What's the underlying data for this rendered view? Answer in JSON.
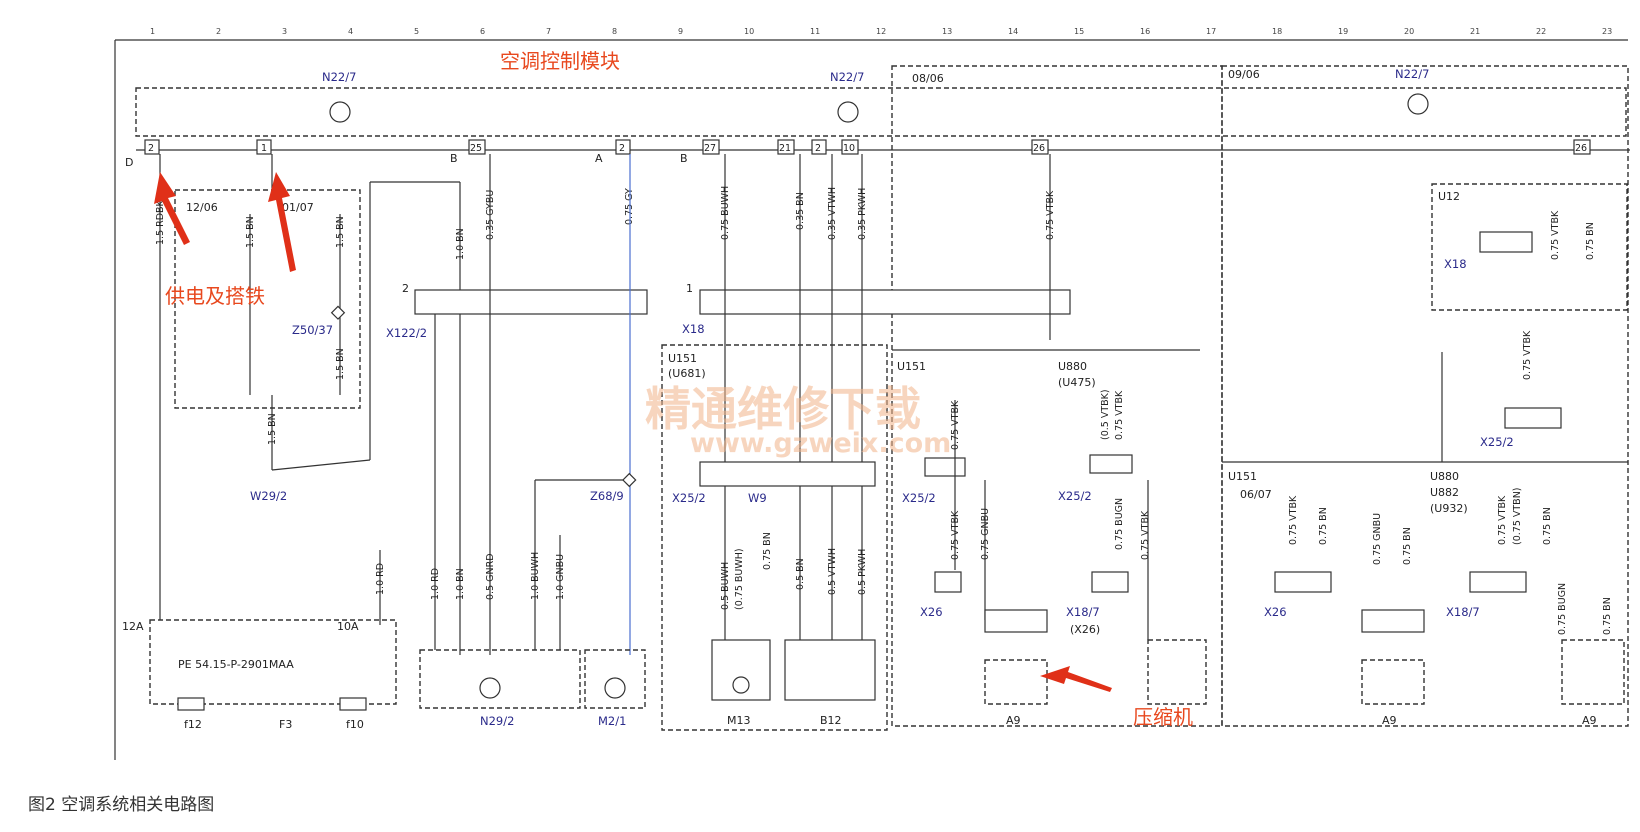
{
  "caption": "图2   空调系统相关电路图",
  "grid_numbers": [
    "1",
    "2",
    "3",
    "4",
    "5",
    "6",
    "7",
    "8",
    "9",
    "10",
    "11",
    "12",
    "13",
    "14",
    "15",
    "16",
    "17",
    "18",
    "19",
    "20",
    "21",
    "22",
    "23"
  ],
  "module_title": "空调控制模块",
  "annotations": {
    "power_ground": "供电及搭铁",
    "compressor": "压缩机"
  },
  "watermark": {
    "cn": "精通维修下载",
    "url": "www.gzweix.com"
  },
  "module_labels": [
    "N22/7",
    "N22/7",
    "N22/7"
  ],
  "date_tags": [
    "08/06",
    "09/06",
    "12/06",
    "01/07",
    "06/07"
  ],
  "connector_letters": [
    "D",
    "B",
    "A",
    "B"
  ],
  "pins_top": [
    "2",
    "1",
    "25",
    "2",
    "27",
    "21",
    "2",
    "10",
    "26",
    "26"
  ],
  "wires": [
    "1.5 RDBK",
    "1.5 BN",
    "1.5 BN",
    "1.5 BN",
    "1.5 BN",
    "1.0 BN",
    "0.35 GYBU",
    "0.75 GY",
    "0.75 BUWH",
    "0.35 BN",
    "0.35 VTWH",
    "0.35 PKWH",
    "0.75 VTBK",
    "1.0 RD",
    "1.0 RD",
    "1.0 BN",
    "0.5 GNRD",
    "1.0 BUWH",
    "1.0 GNBU",
    "0.5 BUWH",
    "(0.75 BUWH)",
    "0.75 BN",
    "0.5 BN",
    "0.5 VTWH",
    "0.5 PKWH",
    "0.75 VTBK",
    "0.75 GNBU",
    "0.75 VTBK",
    "(0.5 VTBK)",
    "0.75 VTBK",
    "0.75 BUGN",
    "0.75 VTBK",
    "0.75 BN",
    "0.75 GNBU",
    "0.75 BN",
    "0.75 VTBK",
    "(0.75 VTBN)",
    "0.75 BN",
    "0.75 BUGN",
    "0.75 BN",
    "0.75 VTBK",
    "0.75 BN",
    "0.75 VTBK"
  ],
  "components": {
    "X122_2": "X122/2",
    "Z50_37": "Z50/37",
    "W29_2": "W29/2",
    "X18": "X18",
    "U151_a": "U151",
    "U681": "(U681)",
    "X25_2": "X25/2",
    "W9": "W9",
    "Z68_9": "Z68/9",
    "N29_2": "N29/2",
    "M2_1": "M2/1",
    "M13": "M13",
    "B12": "B12",
    "F3": "F3",
    "f12": "f12",
    "f10": "f10",
    "PE": "PE 54.15-P-2901MAA",
    "U151_b": "U151",
    "U880": "U880",
    "U475": "(U475)",
    "X26": "X26",
    "A9": "A9",
    "X18_7": "X18/7",
    "X26p": "(X26)",
    "U12": "U12",
    "U882": "U882",
    "U932": "(U932)"
  },
  "fuses": {
    "f12_amp": "12A",
    "f10_amp": "10A"
  }
}
